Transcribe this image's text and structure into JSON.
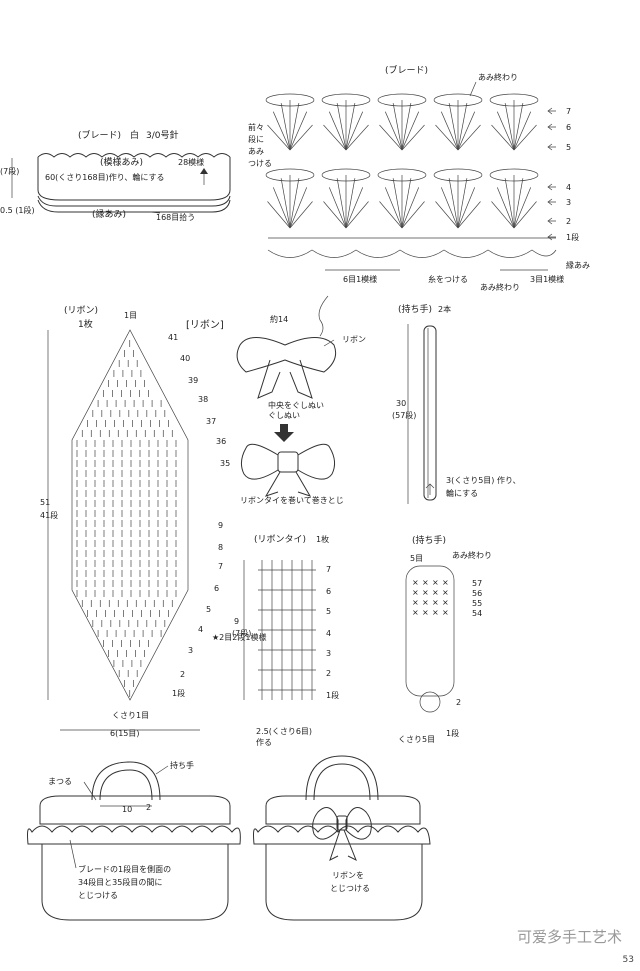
{
  "braid_top": {
    "title": "(ブレード)",
    "label_end": "あみ終わり",
    "label_attach": "前々段にあみつける",
    "row_numbers": [
      "7",
      "6",
      "5",
      "4",
      "3",
      "2",
      "1段"
    ],
    "label_edge": "縁あみ",
    "label_repeat": "6目1模様",
    "label_thread": "糸をつける",
    "label_end2": "あみ終わり",
    "label_repeat2": "3目1模様"
  },
  "braid_left": {
    "title": "(ブレード)",
    "yarn": "白",
    "hook": "3/0号針",
    "pattern": "(模様あみ)",
    "rows": "28模様",
    "start": "60(くさり168目)作り、輪にする",
    "edge": "(縁あみ)",
    "pickup": "168目拾う",
    "h1": "(7段)",
    "h2": "0.5 (1段)"
  },
  "ribbon": {
    "title": "(リボン)",
    "count": "1枚",
    "first": "1目",
    "rows": [
      "41",
      "40",
      "39",
      "38",
      "37",
      "36",
      "35",
      "9",
      "8",
      "7",
      "6",
      "5",
      "4",
      "3",
      "2",
      "1段"
    ],
    "height": "51",
    "height_rows": "41段",
    "width": "6(15目)",
    "chain": "くさり1目",
    "repeat": "★2目2段1模様"
  },
  "ribbon_assembly": {
    "title": "[リボン]",
    "size": "約14",
    "label_ribbon": "リボン",
    "center": "中央をぐしぬい",
    "tie": "リボンタイを巻いて巻きとじ"
  },
  "ribbon_tie": {
    "title": "(リボンタイ)",
    "count": "1枚",
    "rows": [
      "7",
      "6",
      "5",
      "4",
      "3",
      "2",
      "1段"
    ],
    "height": "9",
    "height_rows": "(7段)",
    "width": "2.5(くさり6目)",
    "width2": "作る"
  },
  "handle_top": {
    "title": "(持ち手)",
    "count": "2本",
    "length": "30",
    "length_rows": "(57段)",
    "start": "3(くさり5目) 作り、",
    "start2": "輪にする"
  },
  "handle_chart": {
    "title": "(持ち手)",
    "stitches": "5目",
    "end": "あみ終わり",
    "rows": [
      "57",
      "56",
      "55",
      "54"
    ],
    "row1": "1段",
    "row2": "2",
    "chain": "くさり5目"
  },
  "bags": {
    "handle": "持ち手",
    "sew": "まつる",
    "dim_a": "10",
    "dim_b": "2",
    "note1": "ブレードの1段目を側面の",
    "note2": "34段目と35段目の間に",
    "note3": "とじつける",
    "ribbon_note1": "リボンを",
    "ribbon_note2": "とじつける"
  },
  "footer": {
    "watermark": "可爱多手工艺术",
    "page": "53"
  }
}
